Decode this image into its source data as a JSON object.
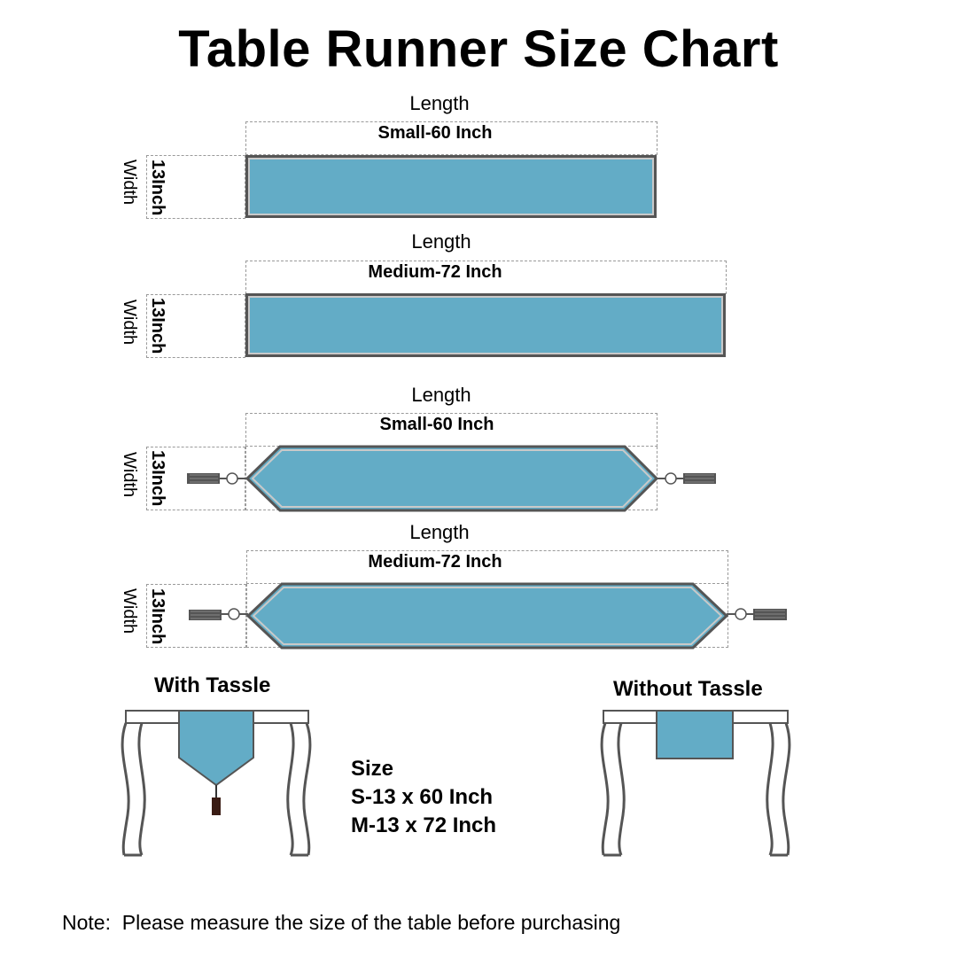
{
  "title": "Table Runner Size Chart",
  "runners": [
    {
      "length_label": "Length",
      "size_label": "Small-60 Inch",
      "width_label": "Width",
      "width_value": "13Inch",
      "style": "rectangle"
    },
    {
      "length_label": "Length",
      "size_label": "Medium-72 Inch",
      "width_label": "Width",
      "width_value": "13Inch",
      "style": "rectangle"
    },
    {
      "length_label": "Length",
      "size_label": "Small-60 Inch",
      "width_label": "Width",
      "width_value": "13Inch",
      "style": "pointed-with-tassels"
    },
    {
      "length_label": "Length",
      "size_label": "Medium-72 Inch",
      "width_label": "Width",
      "width_value": "13Inch",
      "style": "pointed-with-tassels"
    }
  ],
  "illustrations": {
    "with_tassle": "With Tassle",
    "without_tassle": "Without Tassle"
  },
  "sizes": {
    "heading": "Size",
    "small": "S-13 x 60 Inch",
    "medium": "M-13 x 72 Inch"
  },
  "note": "Note:  Please measure the size of the table before purchasing",
  "colors": {
    "runner_fill": "#63acc6",
    "runner_border": "#555555",
    "tassel": "#555555",
    "tassel_dark": "#3a1c14"
  }
}
